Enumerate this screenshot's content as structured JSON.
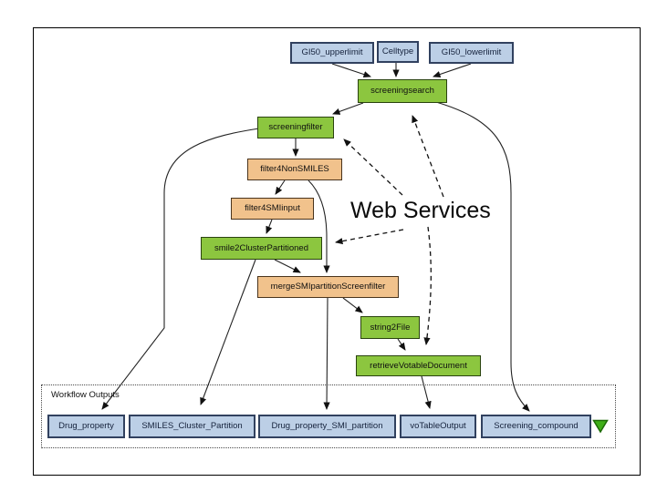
{
  "legend": {
    "label": "Web Services"
  },
  "outputs_group": {
    "label": "Workflow Outputs"
  },
  "nodes": {
    "inputs": [
      {
        "label": "GI50_upperlimit"
      },
      {
        "label": "Celltype"
      },
      {
        "label": "GI50_lowerlimit"
      }
    ],
    "services": [
      {
        "label": "screeningsearch"
      },
      {
        "label": "screeningfilter"
      },
      {
        "label": "smile2ClusterPartitioned"
      },
      {
        "label": "string2File"
      },
      {
        "label": "retrieveVotableDocument"
      }
    ],
    "processors": [
      {
        "label": "filter4NonSMILES"
      },
      {
        "label": "filter4SMIinput"
      },
      {
        "label": "mergeSMIpartitionScreenfilter"
      }
    ],
    "outputs": [
      {
        "label": "Drug_property"
      },
      {
        "label": "SMILES_Cluster_Partition"
      },
      {
        "label": "Drug_property_SMI_partition"
      },
      {
        "label": "voTableOutput"
      },
      {
        "label": "Screening_compound"
      }
    ]
  },
  "edges": {
    "solid": [
      {
        "from": "GI50_upperlimit",
        "to": "screeningsearch"
      },
      {
        "from": "Celltype",
        "to": "screeningsearch"
      },
      {
        "from": "GI50_lowerlimit",
        "to": "screeningsearch"
      },
      {
        "from": "screeningsearch",
        "to": "screeningfilter"
      },
      {
        "from": "screeningsearch",
        "to": "Screening_compound"
      },
      {
        "from": "screeningfilter",
        "to": "filter4NonSMILES"
      },
      {
        "from": "screeningfilter",
        "to": "Drug_property"
      },
      {
        "from": "filter4NonSMILES",
        "to": "filter4SMIinput"
      },
      {
        "from": "filter4NonSMILES",
        "to": "mergeSMIpartitionScreenfilter"
      },
      {
        "from": "filter4SMIinput",
        "to": "smile2ClusterPartitioned"
      },
      {
        "from": "smile2ClusterPartitioned",
        "to": "mergeSMIpartitionScreenfilter"
      },
      {
        "from": "smile2ClusterPartitioned",
        "to": "SMILES_Cluster_Partition"
      },
      {
        "from": "mergeSMIpartitionScreenfilter",
        "to": "string2File"
      },
      {
        "from": "mergeSMIpartitionScreenfilter",
        "to": "Drug_property_SMI_partition"
      },
      {
        "from": "string2File",
        "to": "retrieveVotableDocument"
      },
      {
        "from": "retrieveVotableDocument",
        "to": "voTableOutput"
      }
    ],
    "dashed_annotation_targets": [
      "screeningsearch",
      "screeningfilter",
      "smile2ClusterPartitioned",
      "retrieveVotableDocument"
    ]
  },
  "colors": {
    "input_output_fill": "#bccfe6",
    "input_output_border": "#31415f",
    "web_service_fill": "#8cc63f",
    "processor_fill": "#f1c28c",
    "edge": "#1a1a1a",
    "triangle_fill": "#3fae18",
    "frame_border": "#000000"
  },
  "icons": {
    "expand_triangle": "triangle-down-icon"
  }
}
